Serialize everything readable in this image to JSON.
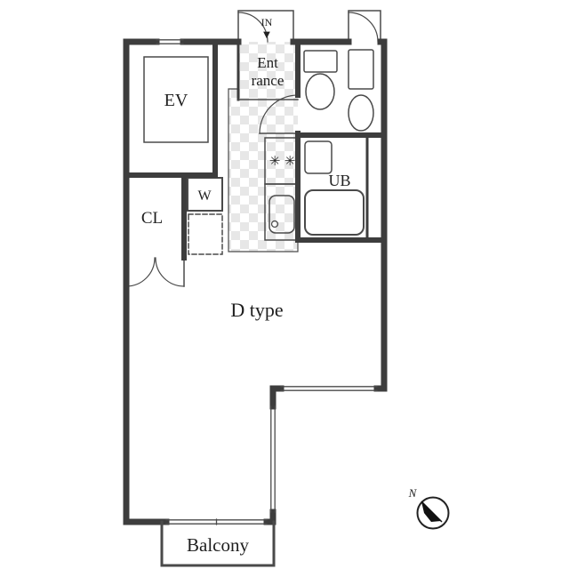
{
  "colors": {
    "wall": "#3d3d3d",
    "line": "#4a4a4a",
    "tile": "#e7e7e7",
    "text": "#1f1f1f",
    "background": "#ffffff"
  },
  "labels": {
    "unit_type": "D type",
    "elevator": "EV",
    "entrance_line1": "Ent",
    "entrance_line2": "rance",
    "entrance_in": "IN",
    "entrance_arrow": "▼",
    "closet": "CL",
    "washer": "W",
    "unit_bath": "UB",
    "balcony": "Balcony",
    "compass_north": "N"
  },
  "icons": {
    "burner_glyph": "✳"
  }
}
